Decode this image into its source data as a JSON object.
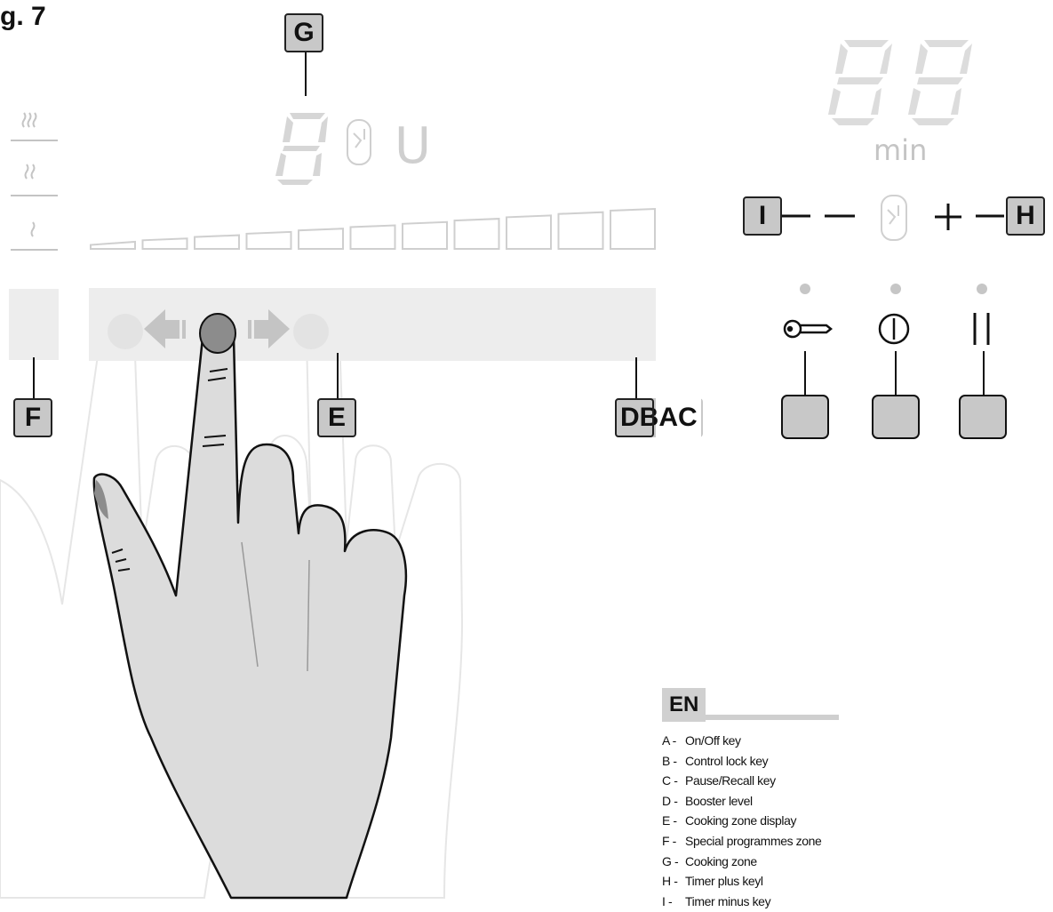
{
  "figure": {
    "label": "g. 7"
  },
  "callouts": {
    "G": "G",
    "F": "F",
    "E": "E",
    "DBAC": "DBAC",
    "I": "I",
    "H": "H"
  },
  "timer": {
    "unit": "min"
  },
  "cooking_zone_display": {
    "digit": "8",
    "unit_letter": "U"
  },
  "slider": {
    "levels": 11
  },
  "icons": [
    "heat-waves-icon",
    "key-lock-icon",
    "power-icon",
    "pause-icon",
    "clock-icon",
    "arrow-left-icon",
    "arrow-right-icon",
    "hand-icon"
  ],
  "colors": {
    "callout_fill": "#c8c8c8",
    "display_grey": "#d4d4d4",
    "hand_fill": "#dcdcdc"
  },
  "legend": {
    "language": "EN",
    "items": [
      {
        "key": "A -",
        "text": "On/Off key"
      },
      {
        "key": "B -",
        "text": "Control lock key"
      },
      {
        "key": "C -",
        "text": "Pause/Recall key"
      },
      {
        "key": "D -",
        "text": "Booster level"
      },
      {
        "key": "E -",
        "text": "Cooking zone display"
      },
      {
        "key": "F -",
        "text": "Special programmes zone"
      },
      {
        "key": "G -",
        "text": "Cooking zone"
      },
      {
        "key": "H -",
        "text": "Timer plus keyl"
      },
      {
        "key": "I -",
        "text": "Timer minus key"
      }
    ]
  }
}
